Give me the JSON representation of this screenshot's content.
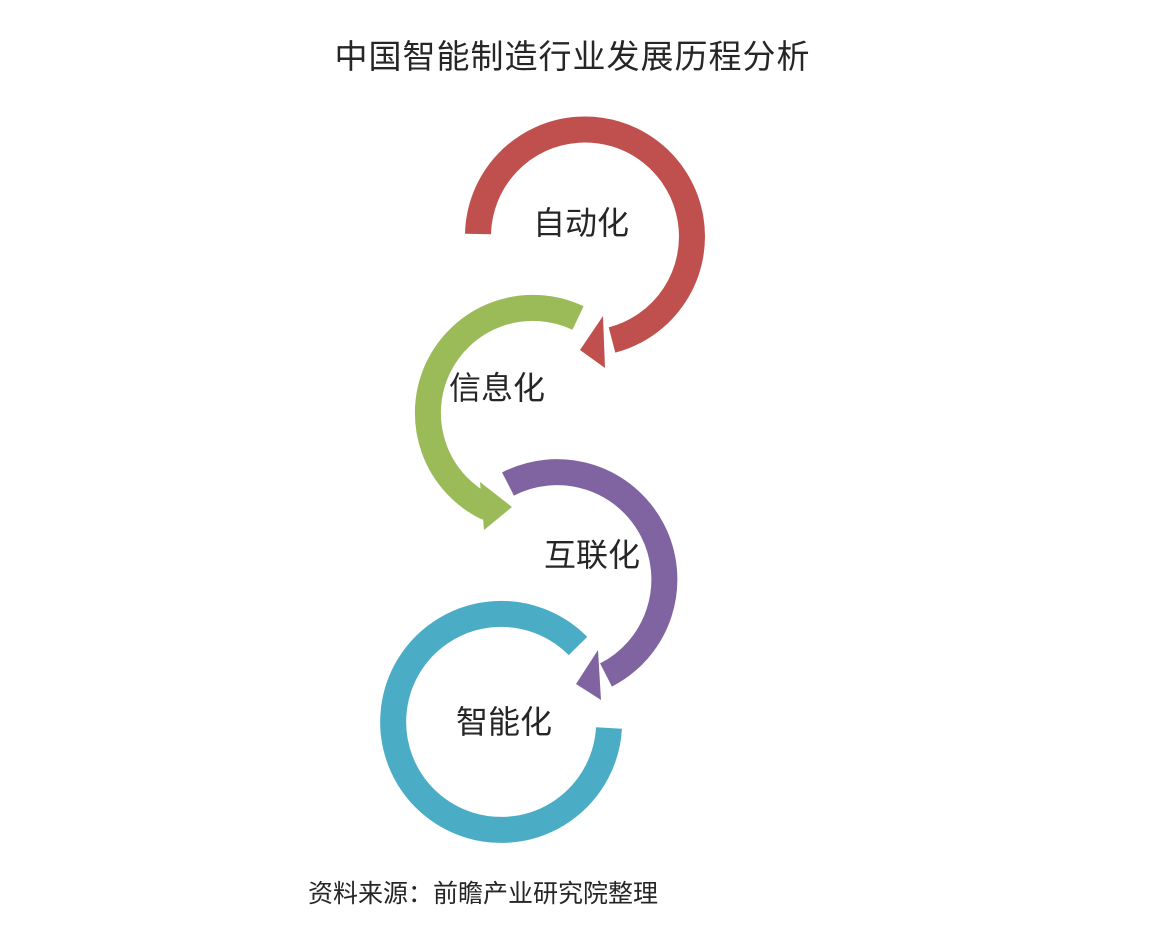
{
  "title": "中国智能制造行业发展历程分析",
  "stages": [
    {
      "label": "自动化",
      "color": "#c0504d"
    },
    {
      "label": "信息化",
      "color": "#9bbb59"
    },
    {
      "label": "互联化",
      "color": "#8064a2"
    },
    {
      "label": "智能化",
      "color": "#4bacc6"
    }
  ],
  "source": "资料来源：前瞻产业研究院整理"
}
